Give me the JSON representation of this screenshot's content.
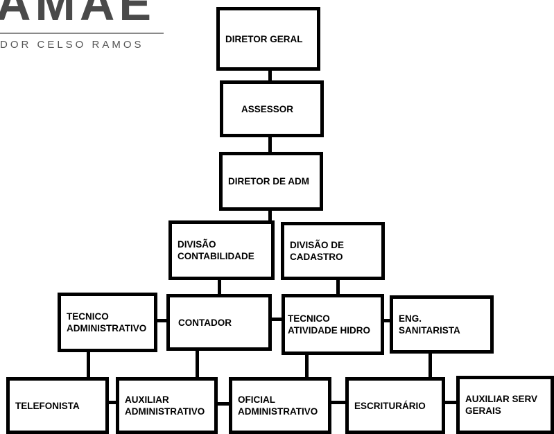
{
  "logo": {
    "acronym": "AMAE",
    "subtitle": "DOR CELSO RAMOS"
  },
  "org_chart": {
    "diretor_geral": "DIRETOR GERAL",
    "assessor": "ASSESSOR",
    "diretor_adm": "DIRETOR DE ADM",
    "divisao_contabilidade": "DIVISÃO\nCONTABILIDADE",
    "divisao_cadastro": "DIVISÃO DE\nCADASTRO",
    "tecnico_administrativo": "TECNICO\nADMINISTRATIVO",
    "contador": "CONTADOR",
    "tecnico_atividade_hidro": "TECNICO\nATIVIDADE HIDRO",
    "eng_sanitarista": "ENG.\nSANITARISTA",
    "telefonista": "TELEFONISTA",
    "auxiliar_administrativo": "AUXILIAR\nADMINISTRATIVO",
    "oficial_administrativo": "OFICIAL\nADMINISTRATIVO",
    "escriturario": "ESCRITURÁRIO",
    "auxiliar_serv_gerais": "AUXILIAR SERV\nGERAIS"
  }
}
